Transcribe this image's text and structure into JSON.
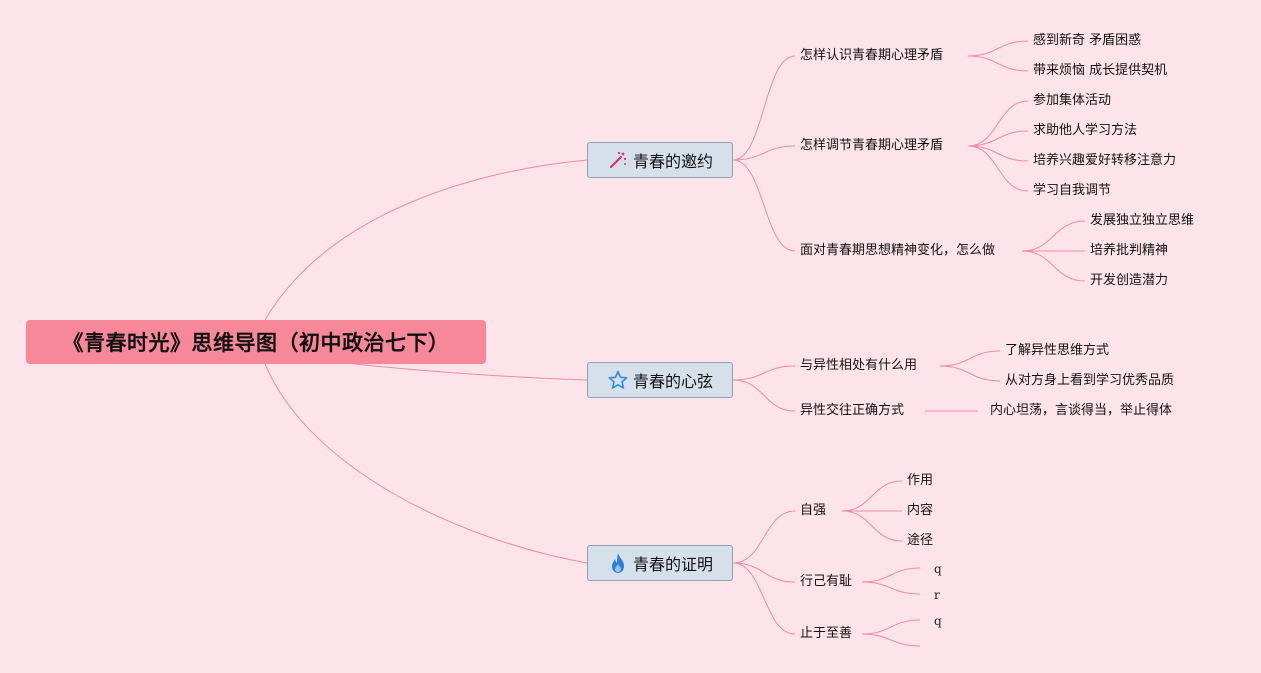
{
  "root": {
    "title": "《青春时光》思维导图（初中政治七下）"
  },
  "branches": [
    {
      "title": "青春的邀约",
      "icon": "magic-wand-icon",
      "children": [
        {
          "label": "怎样认识青春期心理矛盾",
          "items": [
            "感到新奇 矛盾困惑",
            "带来烦恼 成长提供契机"
          ]
        },
        {
          "label": "怎样调节青春期心理矛盾",
          "items": [
            "参加集体活动",
            "求助他人学习方法",
            "培养兴趣爱好转移注意力",
            "学习自我调节"
          ]
        },
        {
          "label": "面对青春期思想精神变化，怎么做",
          "items": [
            "发展独立独立思维",
            "培养批判精神",
            "开发创造潜力"
          ]
        }
      ]
    },
    {
      "title": "青春的心弦",
      "icon": "star-icon",
      "children": [
        {
          "label": "与异性相处有什么用",
          "items": [
            "了解异性思维方式",
            "从对方身上看到学习优秀品质"
          ]
        },
        {
          "label": "异性交往正确方式",
          "items": [
            "内心坦荡，言谈得当，举止得体"
          ]
        }
      ]
    },
    {
      "title": "青春的证明",
      "icon": "flame-icon",
      "children": [
        {
          "label": "自强",
          "items": [
            "作用",
            "内容",
            "途径"
          ]
        },
        {
          "label": "行己有耻",
          "items": [
            "q",
            "r"
          ]
        },
        {
          "label": "止于至善",
          "items": [
            "q",
            ""
          ]
        }
      ]
    }
  ],
  "colors": {
    "background": "#fde4ea",
    "root_fill": "#f7889a",
    "topic_fill": "#d6e0ea",
    "topic_border": "#8fa0b0",
    "link": "#f08ca0"
  }
}
